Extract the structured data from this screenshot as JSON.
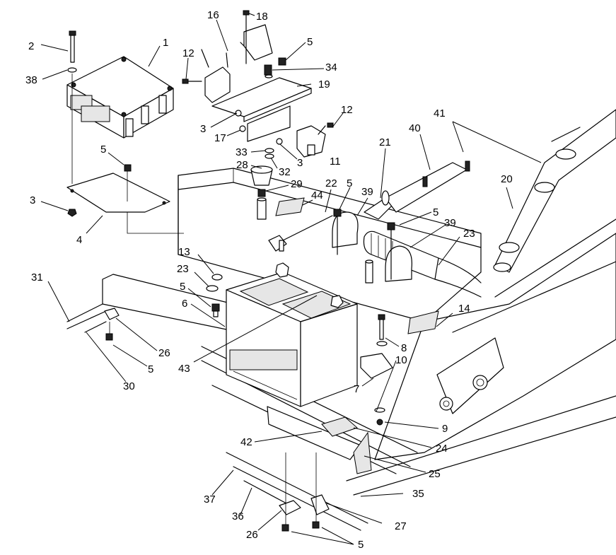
{
  "diagram": {
    "callouts": [
      {
        "label": "1"
      },
      {
        "label": "2"
      },
      {
        "label": "38"
      },
      {
        "label": "16"
      },
      {
        "label": "18"
      },
      {
        "label": "5"
      },
      {
        "label": "12"
      },
      {
        "label": "34"
      },
      {
        "label": "19"
      },
      {
        "label": "3"
      },
      {
        "label": "17"
      },
      {
        "label": "12"
      },
      {
        "label": "33"
      },
      {
        "label": "3"
      },
      {
        "label": "11"
      },
      {
        "label": "32"
      },
      {
        "label": "28"
      },
      {
        "label": "29"
      },
      {
        "label": "5"
      },
      {
        "label": "3"
      },
      {
        "label": "4"
      },
      {
        "label": "44"
      },
      {
        "label": "22"
      },
      {
        "label": "5"
      },
      {
        "label": "39"
      },
      {
        "label": "21"
      },
      {
        "label": "40"
      },
      {
        "label": "41"
      },
      {
        "label": "20"
      },
      {
        "label": "5"
      },
      {
        "label": "39"
      },
      {
        "label": "23"
      },
      {
        "label": "13"
      },
      {
        "label": "23"
      },
      {
        "label": "5"
      },
      {
        "label": "6"
      },
      {
        "label": "31"
      },
      {
        "label": "26"
      },
      {
        "label": "5"
      },
      {
        "label": "30"
      },
      {
        "label": "43"
      },
      {
        "label": "14"
      },
      {
        "label": "8"
      },
      {
        "label": "10"
      },
      {
        "label": "7"
      },
      {
        "label": "9"
      },
      {
        "label": "42"
      },
      {
        "label": "24"
      },
      {
        "label": "25"
      },
      {
        "label": "35"
      },
      {
        "label": "37"
      },
      {
        "label": "36"
      },
      {
        "label": "26"
      },
      {
        "label": "27"
      },
      {
        "label": "5"
      }
    ]
  }
}
